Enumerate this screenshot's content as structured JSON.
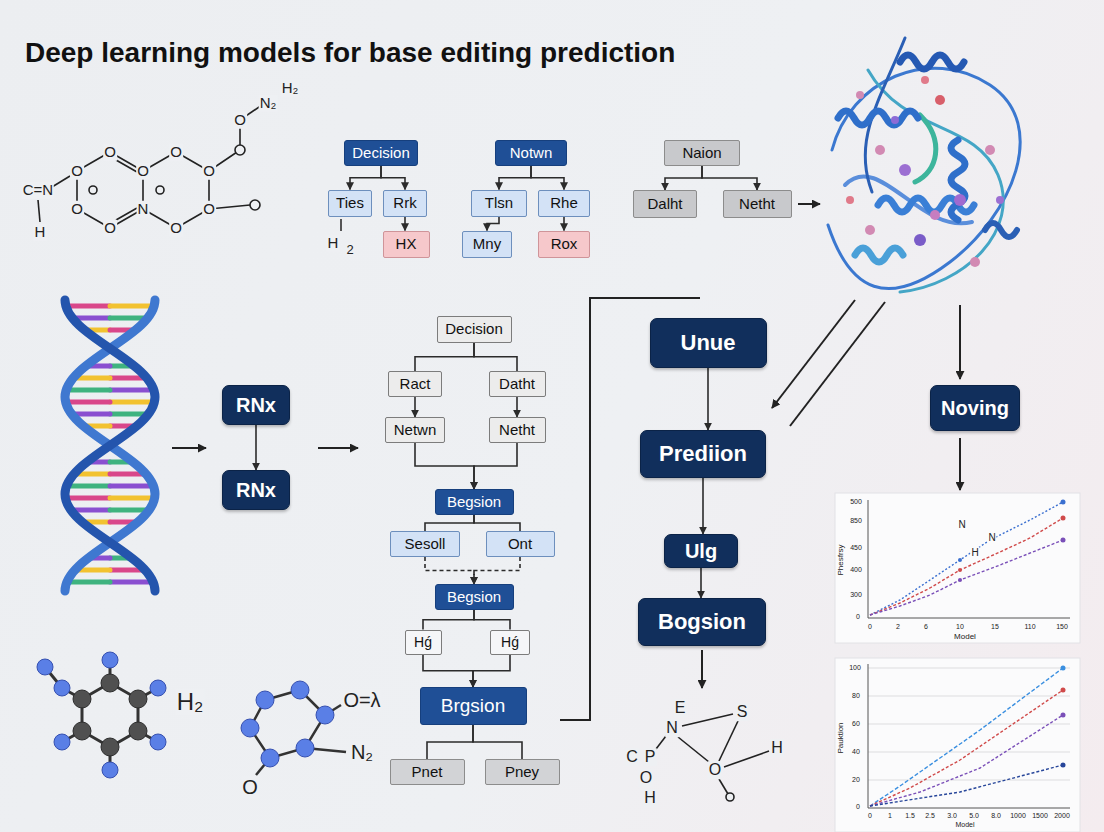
{
  "diagram": {
    "title": "Deep learning models for base editing prediction",
    "nodes": [
      {
        "text": [
          "Decision"
        ]
      },
      {
        "text": [
          "Ties"
        ]
      },
      {
        "text": [
          "Rrk"
        ]
      },
      {
        "text": [
          "HX"
        ]
      },
      {
        "text": [
          "Notwn"
        ]
      },
      {
        "text": [
          "Tlsn"
        ]
      },
      {
        "text": [
          "Rhe"
        ]
      },
      {
        "text": [
          "Mny"
        ]
      },
      {
        "text": [
          "Rox"
        ]
      },
      {
        "text": [
          "Naion"
        ]
      },
      {
        "text": [
          "Dalht"
        ]
      },
      {
        "text": [
          "Netht"
        ]
      },
      {
        "text": [
          "RNx"
        ]
      },
      {
        "text": [
          "RNx"
        ]
      },
      {
        "text": [
          "Decision"
        ]
      },
      {
        "text": [
          "Ract"
        ]
      },
      {
        "text": [
          "Datht"
        ]
      },
      {
        "text": [
          "Netwn"
        ]
      },
      {
        "text": [
          "Netht"
        ]
      },
      {
        "text": [
          "Begsion"
        ]
      },
      {
        "text": [
          "Sesoll"
        ]
      },
      {
        "text": [
          "Ont"
        ]
      },
      {
        "text": [
          "Begsion"
        ]
      },
      {
        "text": [
          "Hǵ"
        ]
      },
      {
        "text": [
          "Hǵ"
        ]
      },
      {
        "text": [
          "Brgsion"
        ]
      },
      {
        "text": [
          "Pnet"
        ]
      },
      {
        "text": [
          "Pney"
        ]
      },
      {
        "text": [
          "Unue"
        ]
      },
      {
        "text": [
          "Prediion"
        ]
      },
      {
        "text": [
          "Ulg"
        ]
      },
      {
        "text": [
          "Bogsion"
        ]
      },
      {
        "text": [
          "Noving"
        ]
      }
    ],
    "edges": [
      {
        "from": 0,
        "to": 1,
        "arrow": "to"
      },
      {
        "from": 0,
        "to": 2,
        "arrow": "to"
      },
      {
        "from": 2,
        "to": 3,
        "arrow": "to"
      },
      {
        "from": 4,
        "to": 5,
        "arrow": "to"
      },
      {
        "from": 4,
        "to": 6,
        "arrow": "to"
      },
      {
        "from": 5,
        "to": 7,
        "arrow": "to"
      },
      {
        "from": 6,
        "to": 8,
        "arrow": "to"
      },
      {
        "from": 9,
        "to": 10,
        "arrow": "to"
      },
      {
        "from": 9,
        "to": 11,
        "arrow": "to"
      },
      {
        "from": 12,
        "to": 13,
        "arrow": "to"
      },
      {
        "from": 14,
        "to": 15,
        "arrow": "none"
      },
      {
        "from": 14,
        "to": 16,
        "arrow": "none"
      },
      {
        "from": 15,
        "to": 17,
        "arrow": "to"
      },
      {
        "from": 16,
        "to": 18,
        "arrow": "to"
      },
      {
        "from": 17,
        "to": 19,
        "arrow": "to"
      },
      {
        "from": 18,
        "to": 19,
        "arrow": "to"
      },
      {
        "from": 19,
        "to": 20,
        "arrow": "none"
      },
      {
        "from": 19,
        "to": 21,
        "arrow": "none"
      },
      {
        "from": 20,
        "to": 22,
        "arrow": "to"
      },
      {
        "from": 21,
        "to": 22,
        "arrow": "to"
      },
      {
        "from": 22,
        "to": 23,
        "arrow": "none"
      },
      {
        "from": 22,
        "to": 24,
        "arrow": "none"
      },
      {
        "from": 23,
        "to": 25,
        "arrow": "to"
      },
      {
        "from": 24,
        "to": 25,
        "arrow": "to"
      },
      {
        "from": 25,
        "to": 26,
        "arrow": "none"
      },
      {
        "from": 25,
        "to": 27,
        "arrow": "none"
      },
      {
        "from": 28,
        "to": 29,
        "arrow": "to"
      },
      {
        "from": 29,
        "to": 30,
        "arrow": "to"
      },
      {
        "from": 30,
        "to": 31,
        "arrow": "to"
      }
    ],
    "labels": [
      "C=N",
      "O",
      "O",
      "O",
      "N",
      "O",
      "O",
      "O",
      "O",
      "O",
      "O",
      "O",
      "N₂",
      "H₂",
      "H",
      "H",
      "2",
      "H₂",
      "O=λ",
      "N₂",
      "O",
      "E",
      "N",
      "S",
      "C",
      "P",
      "O",
      "O",
      "H",
      "H",
      "500",
      "850",
      "450",
      "400",
      "300",
      "0",
      "0",
      "2",
      "6",
      "10",
      "15",
      "110",
      "150",
      "Model",
      "Phesfrsy",
      "N",
      "N",
      "H",
      "100",
      "80",
      "60",
      "40",
      "20",
      "0",
      "0",
      "1",
      "1.5",
      "2.5",
      "3.0",
      "5.0",
      "8.0",
      "1000",
      "1500",
      "2000",
      "Model",
      "Pauktion"
    ]
  }
}
